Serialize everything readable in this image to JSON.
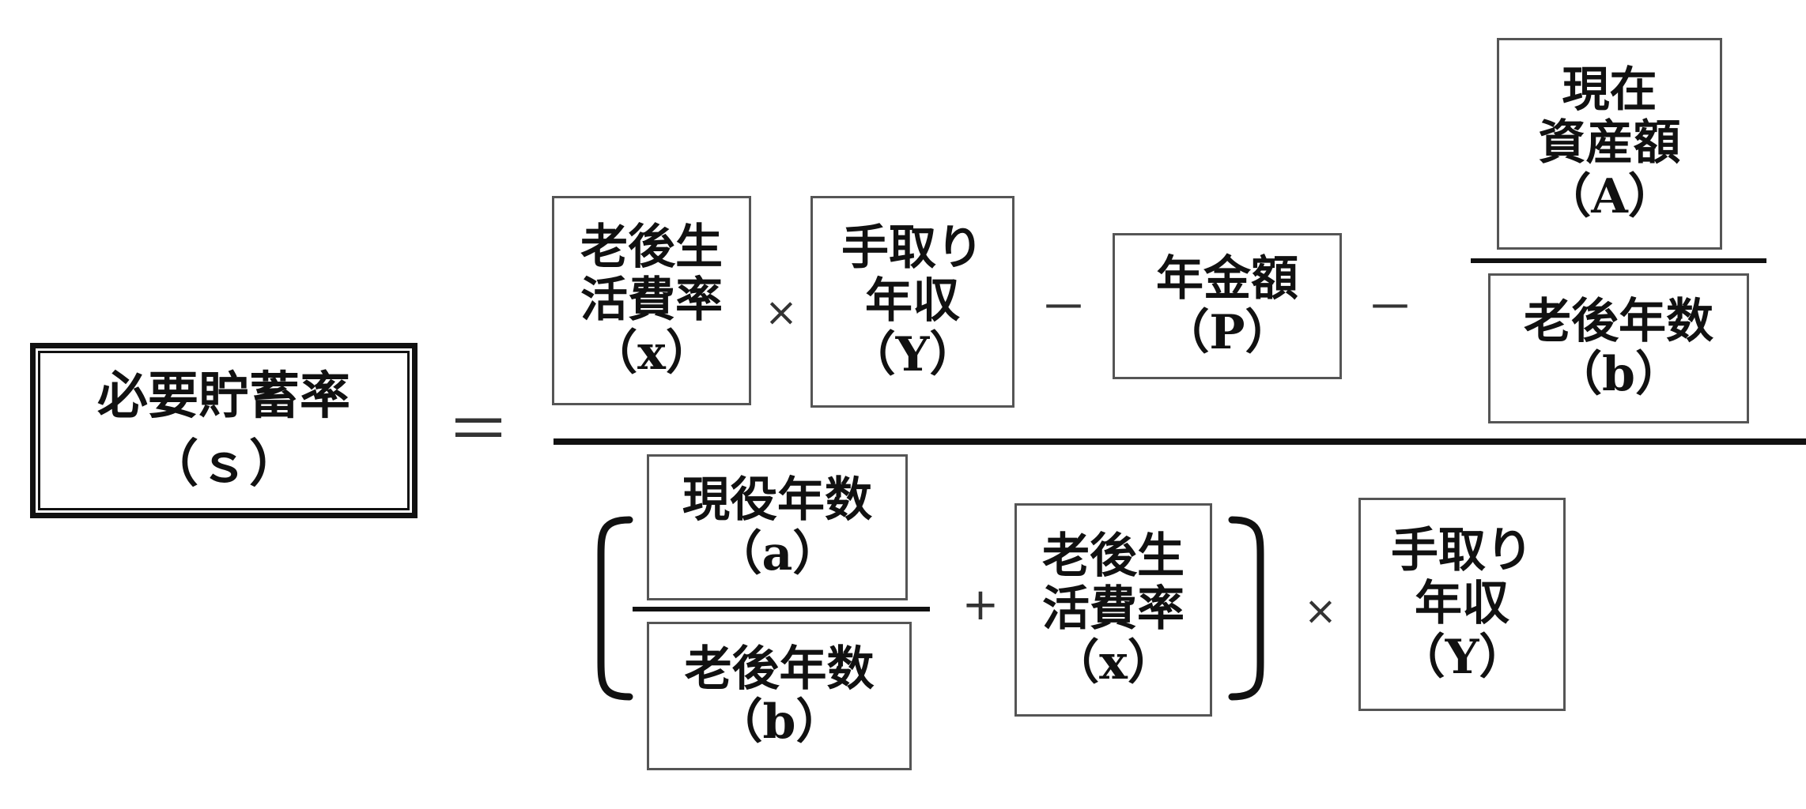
{
  "lhs": {
    "lines": [
      "必要貯蓄率",
      "（ｓ）"
    ]
  },
  "equals": "＝",
  "numerator": {
    "x_box": [
      "老後生",
      "活費率",
      "（x）"
    ],
    "times": "×",
    "y_box": [
      "手取り",
      "年収",
      "（Y）"
    ],
    "minus_1": "－",
    "p_box": [
      "年金額",
      "（P）"
    ],
    "minus_2": "－",
    "a_box": [
      "現在",
      "資産額",
      "（A）"
    ],
    "b_box": [
      "老後年数",
      "（b）"
    ]
  },
  "denominator": {
    "a_box": [
      "現役年数",
      "（a）"
    ],
    "b_box": [
      "老後年数",
      "（b）"
    ],
    "plus": "+",
    "x_box": [
      "老後生",
      "活費率",
      "（x）"
    ],
    "times": "×",
    "y_box": [
      "手取り",
      "年収",
      "（Y）"
    ]
  }
}
